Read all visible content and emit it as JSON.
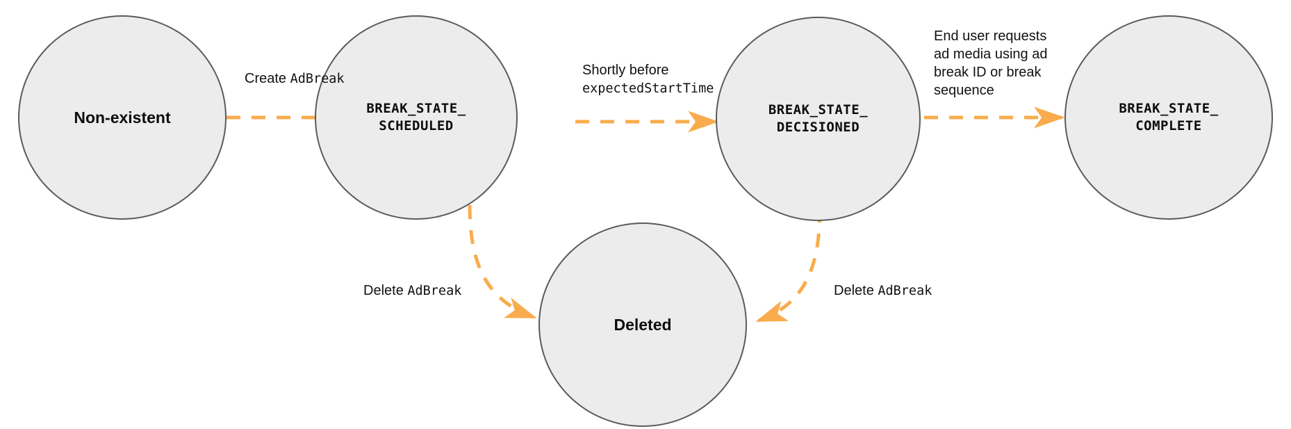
{
  "diagram": {
    "title": "AdBreak state transition diagram",
    "background": "#ffffff",
    "node_fill": "#ececec",
    "node_stroke": "#5a5a5a",
    "edge_color": "#f9ac4d",
    "text_color": "#111111"
  },
  "nodes": [
    {
      "id": "non-existent",
      "label": "Non-existent",
      "style": "sans"
    },
    {
      "id": "scheduled",
      "label": "BREAK_STATE_\nSCHEDULED",
      "style": "mono"
    },
    {
      "id": "decisioned",
      "label": "BREAK_STATE_\nDECISIONED",
      "style": "mono"
    },
    {
      "id": "complete",
      "label": "BREAK_STATE_\nCOMPLETE",
      "style": "mono"
    },
    {
      "id": "deleted",
      "label": "Deleted",
      "style": "sans"
    }
  ],
  "edges": [
    {
      "id": "create",
      "from": "non-existent",
      "to": "scheduled",
      "lines": [
        {
          "sans": "Create ",
          "mono": "AdBreak"
        }
      ]
    },
    {
      "id": "schedule-to-decision",
      "from": "scheduled",
      "to": "decisioned",
      "lines": [
        {
          "sans": "Shortly before",
          "mono": ""
        },
        {
          "sans": "",
          "mono": "expectedStartTime"
        }
      ]
    },
    {
      "id": "decision-to-complete",
      "from": "decisioned",
      "to": "complete",
      "lines": [
        {
          "sans": "End user requests",
          "mono": ""
        },
        {
          "sans": "ad media using ad",
          "mono": ""
        },
        {
          "sans": "break ID or break",
          "mono": ""
        },
        {
          "sans": "sequence",
          "mono": ""
        }
      ]
    },
    {
      "id": "scheduled-delete",
      "from": "scheduled",
      "to": "deleted",
      "lines": [
        {
          "sans": "Delete ",
          "mono": "AdBreak"
        }
      ]
    },
    {
      "id": "decisioned-delete",
      "from": "decisioned",
      "to": "deleted",
      "lines": [
        {
          "sans": "Delete ",
          "mono": "AdBreak"
        }
      ]
    }
  ]
}
